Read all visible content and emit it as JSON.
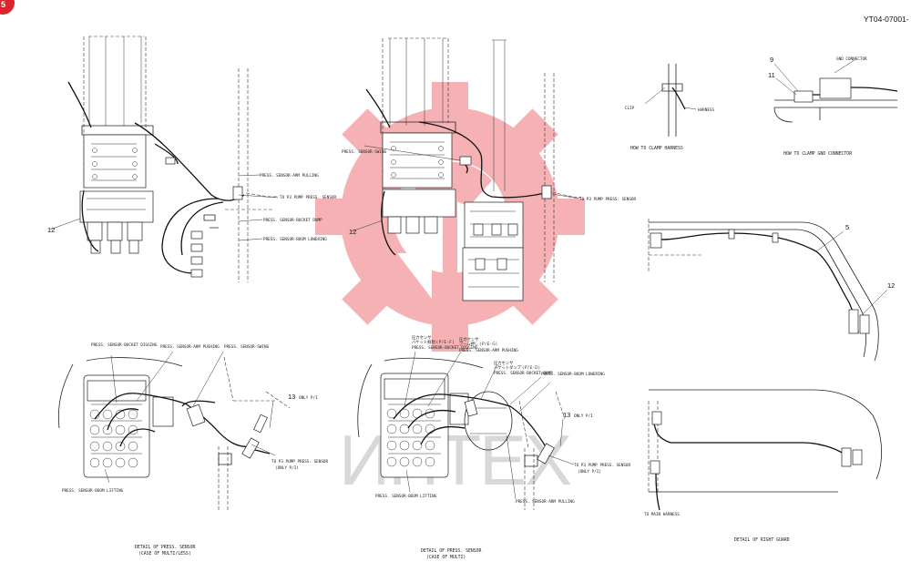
{
  "header": {
    "doc_code": "YT04-07001-"
  },
  "corner_badge": {
    "text": "5"
  },
  "watermark": {
    "text": "ИНТЕХ",
    "color": "#f4a0a4"
  },
  "view_left": {
    "callout_number": "12",
    "labels": {
      "arm_pulling": "PRESS. SENSOR-ARM PULLING",
      "p3_pump": "TO P3 PUMP PRESS. SENSOR",
      "bucket_dump": "PRESS. SENSOR-BUCKET DUMP",
      "boom_lowering": "PRESS. SENSOR-BOOM LOWERING"
    }
  },
  "view_center": {
    "callout_number": "12",
    "labels": {
      "swing": "PRESS. SENSOR-SWING",
      "p3_pump": "TO P3 PUMP PRESS. SENSOR"
    }
  },
  "detail_mult_less": {
    "callout_number": "13",
    "only_note": "ONLY P/I",
    "labels": {
      "bucket_digging": "PRESS. SENSOR-BUCKET DIGGING",
      "arm_pushing": "PRESS. SENSOR-ARM PUSHING",
      "swing": "PRESS. SENSOR-SWING",
      "boom_lifting": "PRESS. SENSOR-BOOM LIFTING",
      "p3_pump": "TO P3 PUMP PRESS. SENSOR",
      "p3_note": "(ONLY P/I)"
    },
    "caption_line1": "DETAIL OF PRESS. SENSOR",
    "caption_line2": "(CASE OF MULTI/LESS)"
  },
  "detail_multi": {
    "callout_number": "13",
    "only_note": "ONLY P/I",
    "labels": {
      "jp1": "圧力センサ",
      "jp2": "バケット掘削 (Ｐ/Ｅ-Ｆ)",
      "bucket_digging": "PRESS. SENSOR-BUCKET DIGGING",
      "jp3": "圧力センサ",
      "jp4": "アーム押し (Ｐ/Ｅ-Ｇ)",
      "arm_pushing": "PRESS. SENSOR-ARM PUSHING",
      "jp5": "圧力センサ",
      "jp6": "バケットダンプ (Ｐ/Ｅ-Ｄ)",
      "bucket_dump": "PRESS. SENSOR-BUCKET DUMP",
      "boom_lowering": "PRESS. SENSOR-BOOM LOWERING",
      "boom_lifting": "PRESS. SENSOR-BOOM LIFTING",
      "arm_pulling": "PRESS. SENSOR-ARM PULLING",
      "p3_pump": "TO P3 PUMP PRESS. SENSOR",
      "p3_note": "(ONLY P/I)"
    },
    "caption_line1": "DETAIL OF PRESS. SENSOR",
    "caption_line2": "(CASE OF MULTI)"
  },
  "clamp_harness": {
    "clip": "CLIP",
    "harness": "HARNESS",
    "caption": "HOW TO CLAMP HARNESS"
  },
  "clamp_gnd": {
    "n9": "9",
    "n11": "11",
    "gnd": "GND CONNECTOR",
    "caption": "HOW TO CLAMP GND CONNECTOR"
  },
  "right_guard": {
    "n5": "5",
    "n12": "12",
    "to_main_harness": "TO MAIN HARNESS",
    "caption": "DETAIL OF RIGHT GUARD"
  }
}
